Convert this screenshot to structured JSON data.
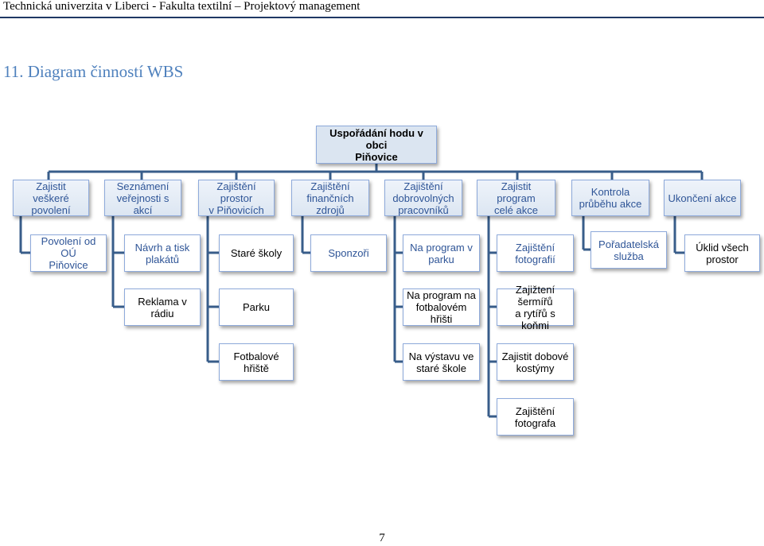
{
  "header": {
    "text": "Technická univerzita v Liberci - Fakulta textilní – Projektový management"
  },
  "title": "11. Diagram činností WBS",
  "page_number": "7",
  "diagram": {
    "root": "Uspořádání hodu v obci\nPiňovice",
    "branches": [
      {
        "label": "Zajistit veškeré\npovolení",
        "children": [
          "Povolení od OÚ\nPiňovice"
        ]
      },
      {
        "label": "Seznámení\nveřejnosti s akcí",
        "children": [
          "Návrh a tisk\nplakátů",
          "Reklama v rádiu"
        ]
      },
      {
        "label": "Zajištění prostor\nv Piňovicích",
        "children": [
          "Staré školy",
          "Parku",
          "Fotbalové hřiště"
        ]
      },
      {
        "label": "Zajištění\nfinančních zdrojů",
        "children": [
          "Sponzoři"
        ]
      },
      {
        "label": "Zajištění\ndobrovolných\npracovníků",
        "children": [
          "Na program v\nparku",
          "Na program na\nfotbalovém hřišti",
          "Na výstavu ve\nstaré škole"
        ]
      },
      {
        "label": "Zajistit program\ncelé akce",
        "children": [
          "Zajištění\nfotografií",
          "Zajižtení šermířů\na rytířů s koňmi",
          "Zajistit dobové\nkostýmy",
          "Zajištění\nfotografa"
        ]
      },
      {
        "label": "Kontrola\nprůběhu akce",
        "children": [
          "Pořadatelská\nslužba"
        ]
      },
      {
        "label": "Ukončení akce",
        "children": [
          "Úklid všech\nprostor"
        ]
      }
    ]
  }
}
